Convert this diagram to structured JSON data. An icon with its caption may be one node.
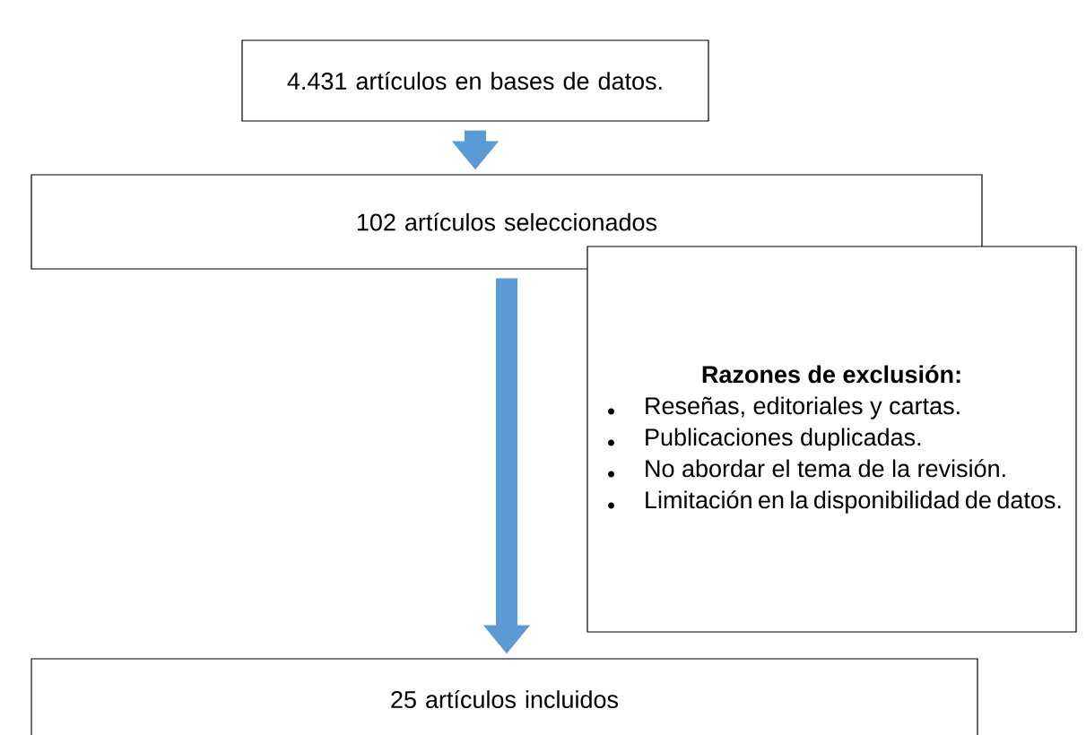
{
  "diagram": {
    "nodes": [
      {
        "text": [
          "4.431 artículos en bases de datos."
        ]
      },
      {
        "text": [
          "102 artículos seleccionados"
        ]
      },
      {
        "text": [
          "Razones de exclusión:",
          "Reseñas, editoriales y cartas.",
          "Publicaciones duplicadas.",
          "No abordar el tema de la revisión.",
          "Limitación en la disponibilidad de datos."
        ]
      },
      {
        "text": [
          "25 artículos incluidos"
        ]
      }
    ],
    "edges": [
      {
        "from": 0,
        "to": 1,
        "arrow": "to"
      },
      {
        "from": 1,
        "to": 3,
        "arrow": "to"
      }
    ]
  }
}
